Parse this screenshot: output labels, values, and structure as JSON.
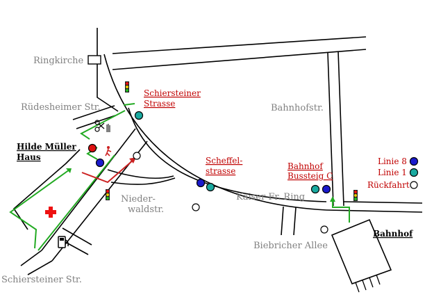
{
  "streets": {
    "ringkirche": "Ringkirche",
    "ruedesheimer": "Rüdesheimer Str.",
    "bahnhofstr": "Bahnhofstr.",
    "kaiser_ring": "Kaiser Fr. Ring",
    "niederwald_1": "Nieder-",
    "niederwald_2": "waldstr.",
    "biebricher": "Biebricher Allee",
    "schiersteiner_str": "Schiersteiner Str."
  },
  "stops": {
    "schiersteiner_1": "Schiersteiner",
    "schiersteiner_2": "Strasse",
    "scheffel_1": "Scheffel-",
    "scheffel_2": "strasse",
    "bahnhof_1": "Bahnhof",
    "bahnhof_2": "Bussteig C"
  },
  "places": {
    "hilde_1": "Hilde Müller",
    "hilde_2": "Haus",
    "bahnhof": "Bahnhof"
  },
  "legend": [
    {
      "label": "Linie 8",
      "color": "#1a1acc"
    },
    {
      "label": "Linie 1",
      "color": "#1aaaa0"
    },
    {
      "label": "Rückfahrt",
      "color": "#ffffff"
    }
  ],
  "colors": {
    "route_green": "#22aa22",
    "route_red": "#cc2222",
    "linie8": "#1a1acc",
    "linie1": "#1aaaa0",
    "building_red": "#dd1111",
    "hospital_red": "#ee1111"
  },
  "icons": {
    "ampel": "traffic-light-icon",
    "hospital": "hospital-cross-icon",
    "fuel": "fuel-pump-icon",
    "scissors": "hairdresser-scissors-icon"
  }
}
